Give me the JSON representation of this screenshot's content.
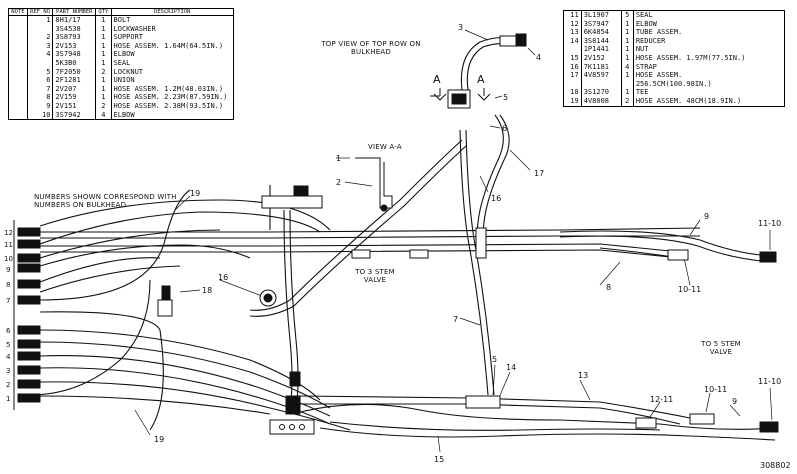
{
  "left_table": {
    "headers": [
      "NOTE",
      "REF NO",
      "PART NUMBER",
      "QTY",
      "DESCRIPTION"
    ],
    "rows": [
      {
        "note": "",
        "ref": "1",
        "part": "8H1/17",
        "qty": "1",
        "desc": "BOLT"
      },
      {
        "note": "",
        "ref": "",
        "part": "3S4538",
        "qty": "1",
        "desc": "LOCKWASHER"
      },
      {
        "note": "",
        "ref": "2",
        "part": "3S8793",
        "qty": "1",
        "desc": "SUPPORT"
      },
      {
        "note": "",
        "ref": "3",
        "part": "2V153",
        "qty": "1",
        "desc": "HOSE ASSEM. 1.64M(64.5IN.)"
      },
      {
        "note": "",
        "ref": "4",
        "part": "3S7948",
        "qty": "1",
        "desc": "ELBOW"
      },
      {
        "note": "",
        "ref": "",
        "part": "5K3B0",
        "qty": "1",
        "desc": "SEAL"
      },
      {
        "note": "",
        "ref": "5",
        "part": "7F2050",
        "qty": "2",
        "desc": "LOCKNUT"
      },
      {
        "note": "",
        "ref": "6",
        "part": "2F1281",
        "qty": "1",
        "desc": "UNION"
      },
      {
        "note": "",
        "ref": "7",
        "part": "2V207",
        "qty": "1",
        "desc": "HOSE ASSEM. 1.2M(48.03IN.)"
      },
      {
        "note": "",
        "ref": "8",
        "part": "2V159",
        "qty": "1",
        "desc": "HOSE ASSEM. 2.23M(87.59IN.)"
      },
      {
        "note": "",
        "ref": "9",
        "part": "2V151",
        "qty": "2",
        "desc": "HOSE ASSEM. 2.38M(93.5IN.)"
      },
      {
        "note": "",
        "ref": "10",
        "part": "3S7942",
        "qty": "4",
        "desc": "ELBOW"
      }
    ]
  },
  "right_table": {
    "rows": [
      {
        "ref": "11",
        "part": "3L1907",
        "qty": "5",
        "desc": "SEAL"
      },
      {
        "ref": "12",
        "part": "3S7947",
        "qty": "1",
        "desc": "ELBOW"
      },
      {
        "ref": "13",
        "part": "6K4854",
        "qty": "1",
        "desc": "TUBE ASSEM."
      },
      {
        "ref": "14",
        "part": "3S8144",
        "qty": "1",
        "desc": "REDUCER"
      },
      {
        "ref": "",
        "part": "1P1441",
        "qty": "1",
        "desc": "NUT"
      },
      {
        "ref": "15",
        "part": "2V152",
        "qty": "1",
        "desc": "HOSE ASSEM. 1.97M(77.5IN.)"
      },
      {
        "ref": "16",
        "part": "7K1181",
        "qty": "4",
        "desc": "STRAP"
      },
      {
        "ref": "17",
        "part": "4V8597",
        "qty": "1",
        "desc": "HOSE ASSEM."
      },
      {
        "ref": "",
        "part": "",
        "qty": "",
        "desc": "256.5CM(100.98IN.)"
      },
      {
        "ref": "18",
        "part": "3S1270",
        "qty": "1",
        "desc": "TEE"
      },
      {
        "ref": "19",
        "part": "4V8008",
        "qty": "2",
        "desc": "HOSE ASSEM. 48CM(18.9IN.)"
      }
    ]
  },
  "notes": {
    "top_view": "TOP VIEW OF TOP ROW ON BULKHEAD",
    "view_aa": "VIEW A-A",
    "bulkhead_note": "NUMBERS SHOWN CORRESPOND WITH NUMBERS ON BULKHEAD",
    "to_3_stem": "TO 3 STEM VALVE",
    "to_5_stem": "TO 5 STEM VALVE",
    "section_mark": "A",
    "drawing_number": "308802"
  },
  "callouts": [
    {
      "id": "c1",
      "text": "1"
    },
    {
      "id": "c2",
      "text": "2"
    },
    {
      "id": "c3",
      "text": "3"
    },
    {
      "id": "c4",
      "text": "4"
    },
    {
      "id": "c5a",
      "text": "5"
    },
    {
      "id": "c5b",
      "text": "5"
    },
    {
      "id": "c6",
      "text": "6"
    },
    {
      "id": "c7",
      "text": "7"
    },
    {
      "id": "c8",
      "text": "8"
    },
    {
      "id": "c9a",
      "text": "9"
    },
    {
      "id": "c9b",
      "text": "9"
    },
    {
      "id": "c1011a",
      "text": "10-11"
    },
    {
      "id": "c1011b",
      "text": "10-11"
    },
    {
      "id": "c1110a",
      "text": "11-10"
    },
    {
      "id": "c1110b",
      "text": "11-10"
    },
    {
      "id": "c1211",
      "text": "12-11"
    },
    {
      "id": "c13",
      "text": "13"
    },
    {
      "id": "c14",
      "text": "14"
    },
    {
      "id": "c15",
      "text": "15"
    },
    {
      "id": "c16a",
      "text": "16"
    },
    {
      "id": "c16b",
      "text": "16"
    },
    {
      "id": "c17",
      "text": "17"
    },
    {
      "id": "c18",
      "text": "18"
    },
    {
      "id": "c19a",
      "text": "19"
    },
    {
      "id": "c19b",
      "text": "19"
    }
  ],
  "bulkhead_numbers": [
    "12",
    "11",
    "10",
    "9",
    "8",
    "7",
    "6",
    "5",
    "4",
    "3",
    "2",
    "1"
  ]
}
